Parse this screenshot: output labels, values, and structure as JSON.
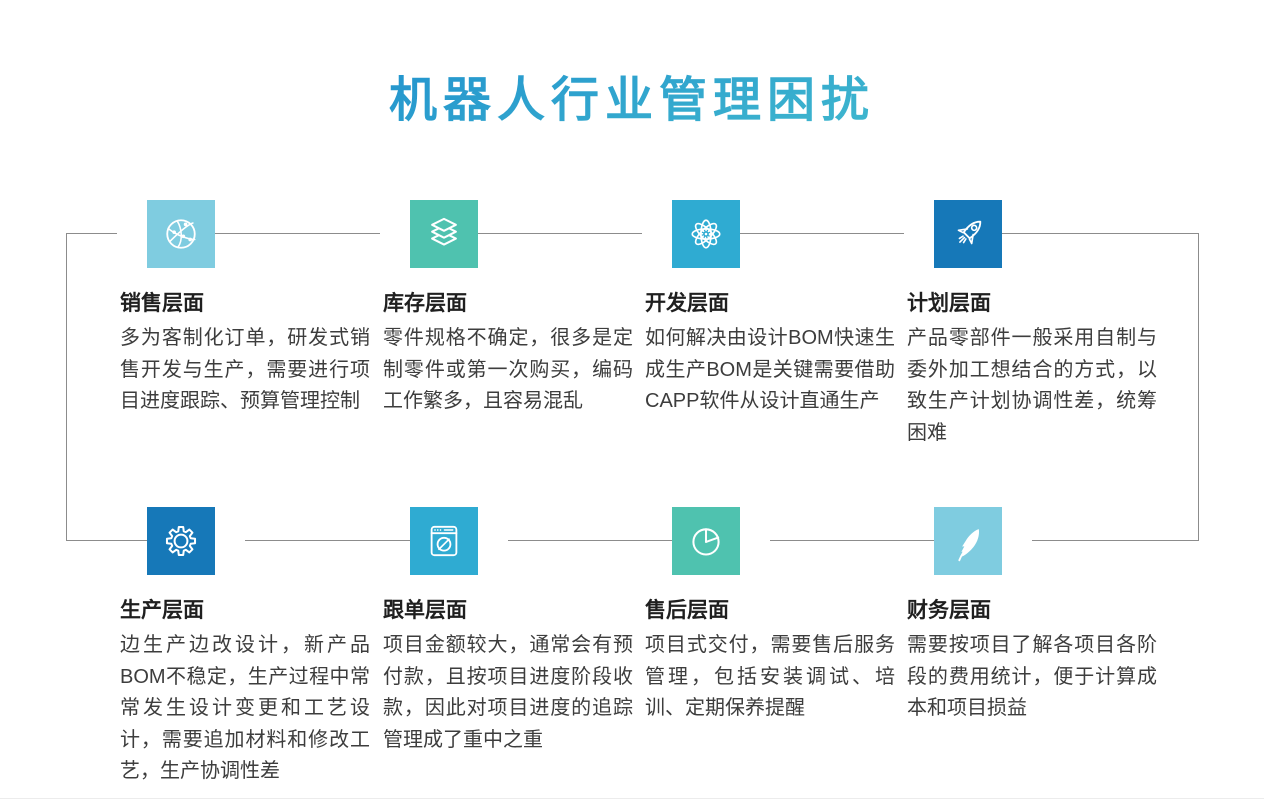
{
  "header": {
    "title": "机器人行业管理困扰"
  },
  "theme": {
    "title_gradient_start": "#1C8CCE",
    "title_gradient_end": "#4AC4CE",
    "connector_color": "#8C8C8C",
    "icon_colors": {
      "light_blue": "#7FCCE0",
      "teal": "#4FC2AF",
      "cyan": "#2FABD2",
      "blue": "#1678B8"
    }
  },
  "cards": [
    {
      "icon": "globe-network-icon",
      "color": "#7FCCE0",
      "title": "销售层面",
      "body": "多为客制化订单，研发式销售开发与生产，需要进行项目进度跟踪、预算管理控制"
    },
    {
      "icon": "layers-icon",
      "color": "#4FC2AF",
      "title": "库存层面",
      "body": "零件规格不确定，很多是定制零件或第一次购买，编码工作繁多，且容易混乱"
    },
    {
      "icon": "atom-icon",
      "color": "#2FABD2",
      "title": "开发层面",
      "body": "如何解决由设计BOM快速生成生产BOM是关键需要借助CAPP软件从设计直通生产"
    },
    {
      "icon": "rocket-icon",
      "color": "#1678B8",
      "title": "计划层面",
      "body": "产品零部件一般采用自制与委外加工想结合的方式，以致生产计划协调性差，统筹困难"
    },
    {
      "icon": "gear-icon",
      "color": "#1678B8",
      "title": "生产层面",
      "body": "边生产边改设计，新产品BOM不稳定，生产过程中常常发生设计变更和工艺设计，需要追加材料和修改工艺，生产协调性差"
    },
    {
      "icon": "browser-compass-icon",
      "color": "#2FABD2",
      "title": "跟单层面",
      "body": "项目金额较大，通常会有预付款，且按项目进度阶段收款，因此对项目进度的追踪管理成了重中之重"
    },
    {
      "icon": "pie-chart-icon",
      "color": "#4FC2AF",
      "title": "售后层面",
      "body": "项目式交付，需要售后服务管理，包括安装调试、培训、定期保养提醒"
    },
    {
      "icon": "feather-icon",
      "color": "#7FCCE0",
      "title": "财务层面",
      "body": "需要按项目了解各项目各阶段的费用统计，便于计算成本和项目损益"
    }
  ]
}
